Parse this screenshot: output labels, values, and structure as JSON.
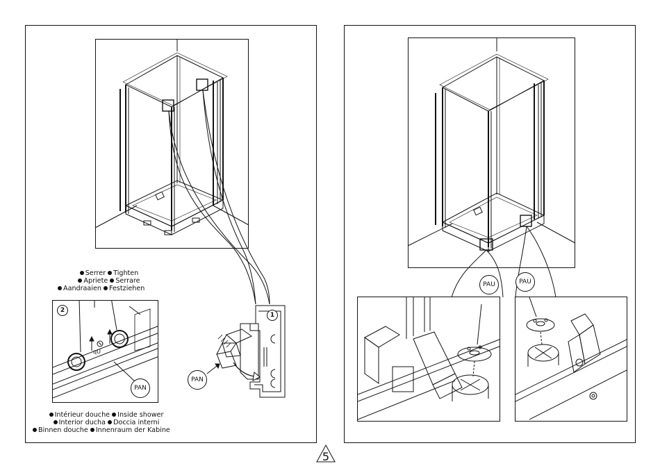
{
  "page_number": "5",
  "left_panel": {
    "step_label": "1",
    "detail_step_label": "2",
    "instruction_lines": [
      "Serrer",
      "Tighten",
      "Apriete",
      "Serrare",
      "Aandraaien",
      "Festziehen"
    ],
    "detail_marking": "qU",
    "callout_pan_detail": "PAN",
    "callout_pan_clip": "PAN",
    "footer_lines": [
      "Intérieur douche",
      "Inside shower",
      "Interior ducha",
      "Doccia interni",
      "Binnen douche",
      "Innenraum der Kabine"
    ]
  },
  "right_panel": {
    "callout_pau_left": "PAU",
    "callout_pau_right": "PAU"
  }
}
